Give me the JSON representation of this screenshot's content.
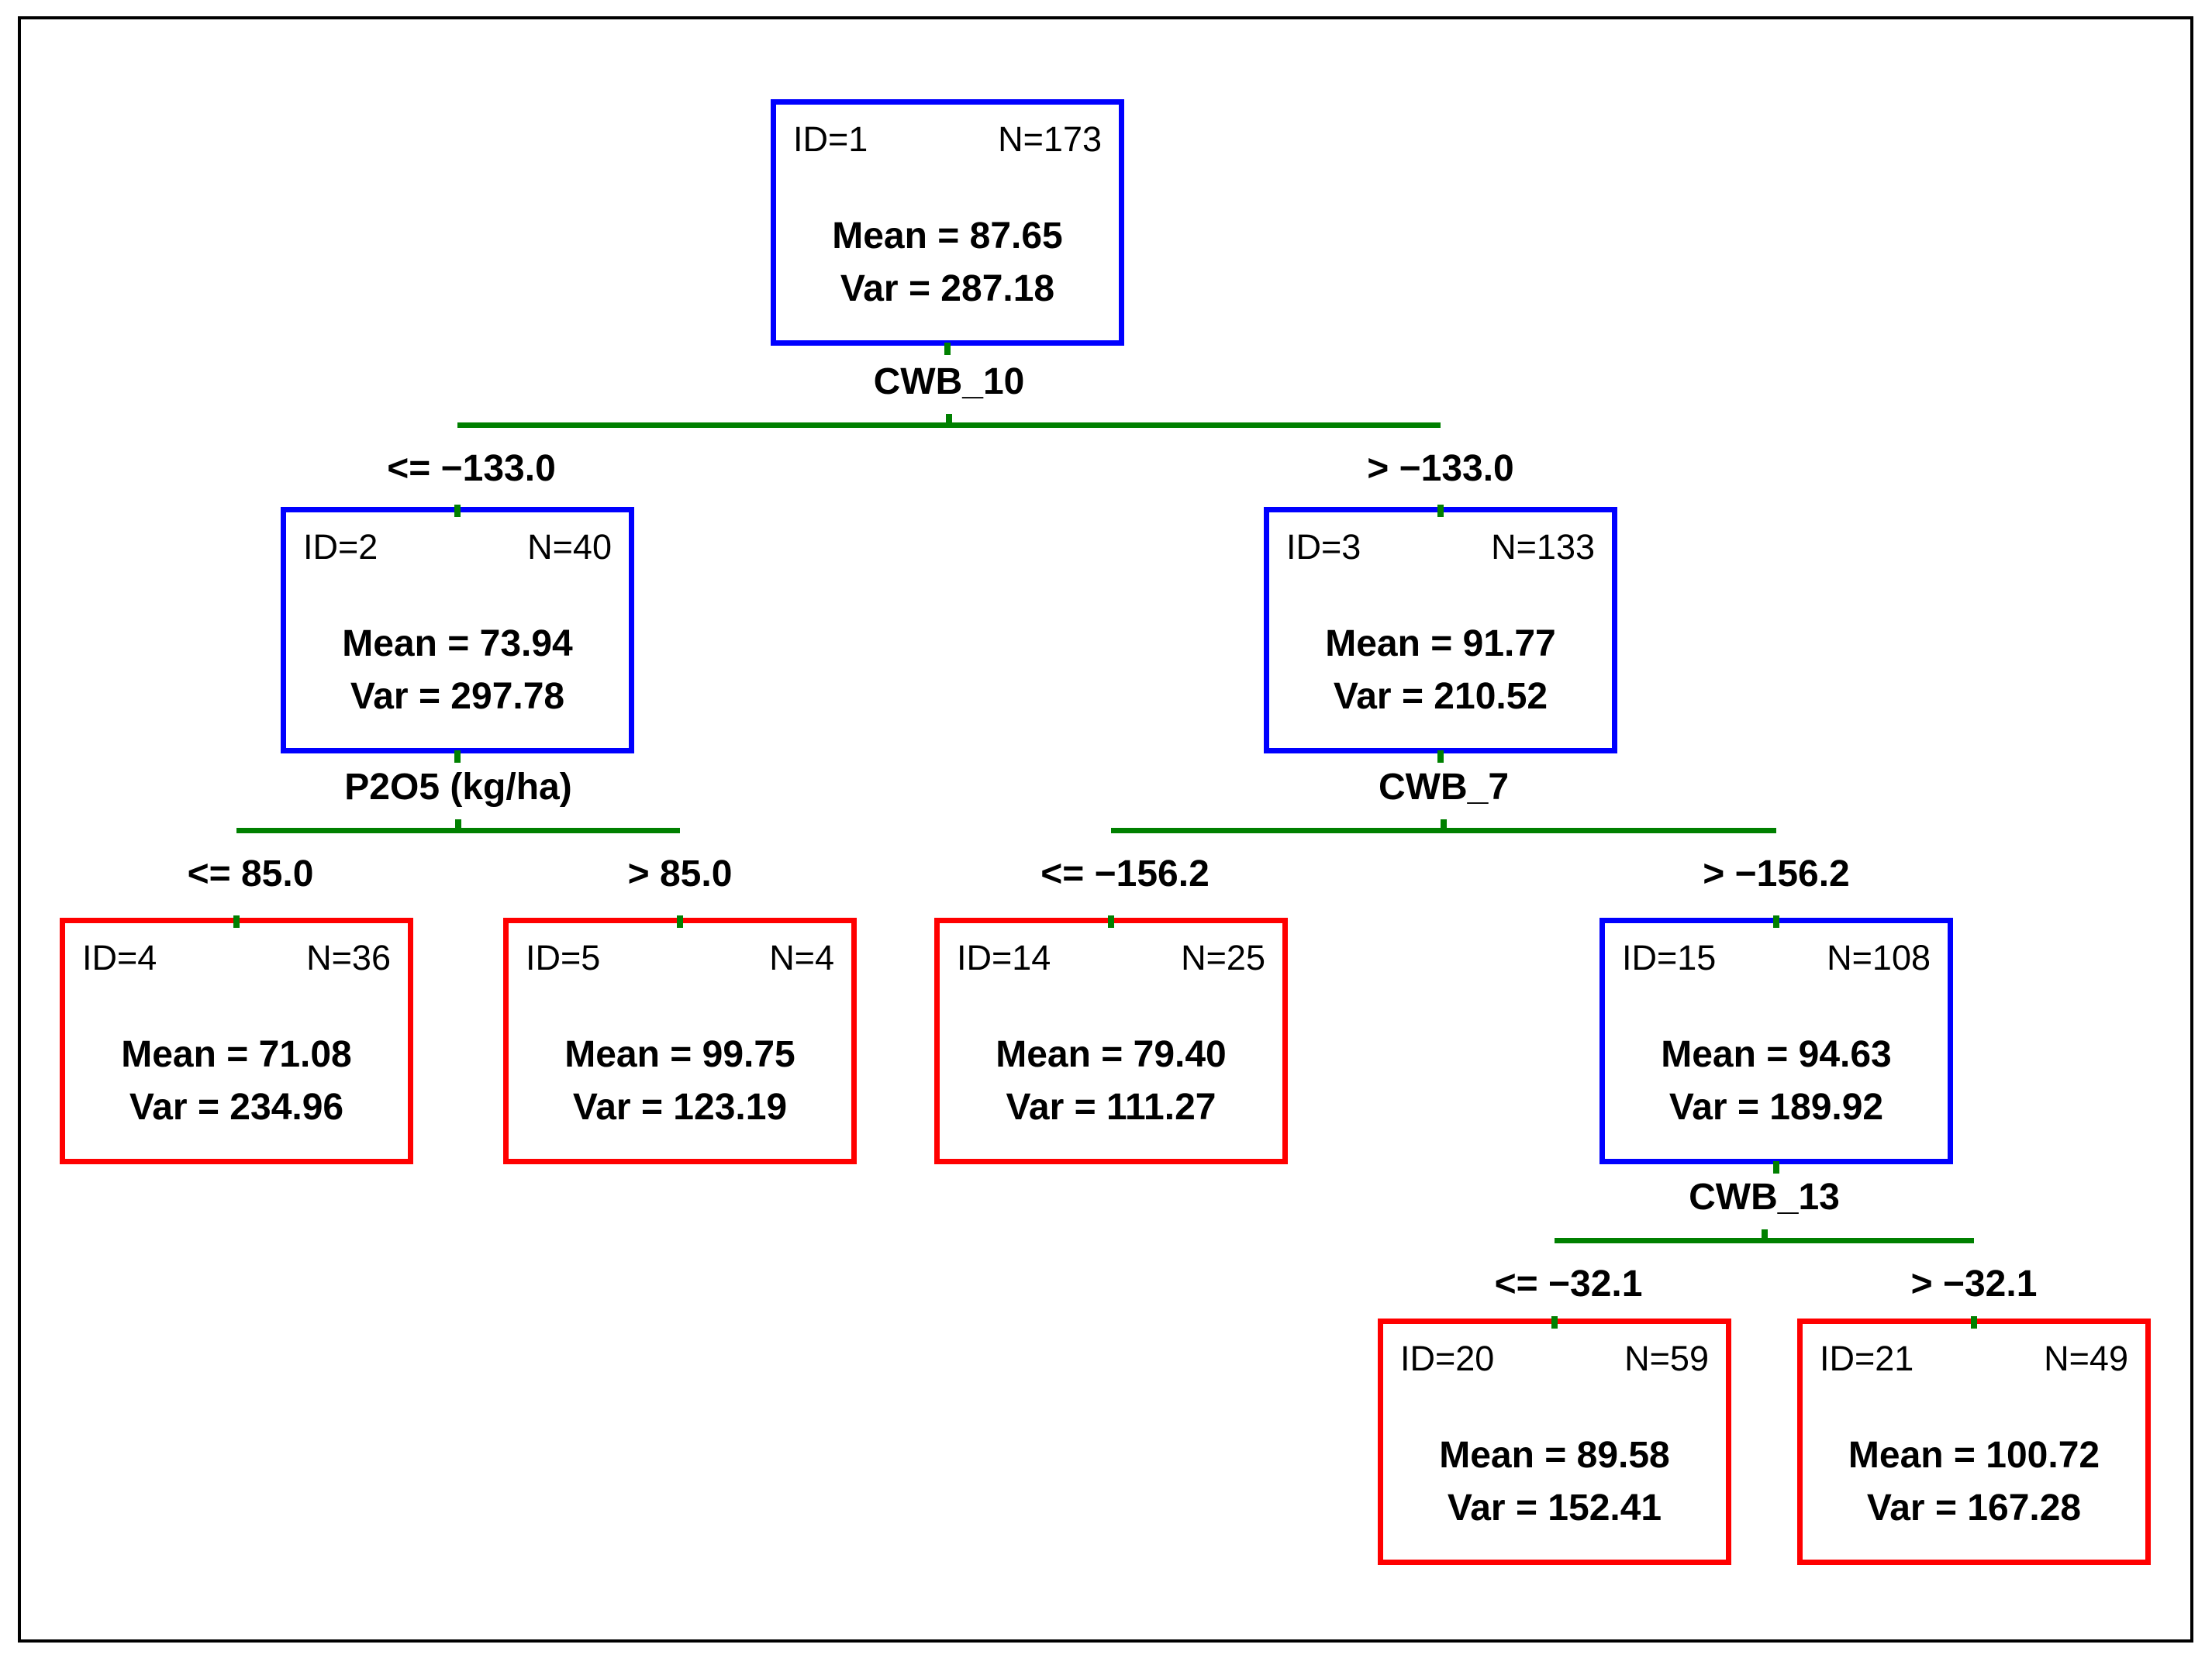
{
  "colors": {
    "internal_node_border": "#0000ff",
    "leaf_node_border": "#ff0000",
    "branch_line": "#008000",
    "text": "#000000",
    "outer_frame": "#000000",
    "background": "#ffffff"
  },
  "nodes": [
    {
      "key": "1",
      "id": "ID=1",
      "n": "N=173",
      "mean": "Mean = 87.65",
      "var": "Var = 287.18",
      "border": "blue"
    },
    {
      "key": "2",
      "id": "ID=2",
      "n": "N=40",
      "mean": "Mean = 73.94",
      "var": "Var = 297.78",
      "border": "blue"
    },
    {
      "key": "3",
      "id": "ID=3",
      "n": "N=133",
      "mean": "Mean = 91.77",
      "var": "Var = 210.52",
      "border": "blue"
    },
    {
      "key": "4",
      "id": "ID=4",
      "n": "N=36",
      "mean": "Mean = 71.08",
      "var": "Var = 234.96",
      "border": "red"
    },
    {
      "key": "5",
      "id": "ID=5",
      "n": "N=4",
      "mean": "Mean = 99.75",
      "var": "Var = 123.19",
      "border": "red"
    },
    {
      "key": "14",
      "id": "ID=14",
      "n": "N=25",
      "mean": "Mean = 79.40",
      "var": "Var = 111.27",
      "border": "red"
    },
    {
      "key": "15",
      "id": "ID=15",
      "n": "N=108",
      "mean": "Mean = 94.63",
      "var": "Var = 189.92",
      "border": "blue"
    },
    {
      "key": "20",
      "id": "ID=20",
      "n": "N=59",
      "mean": "Mean = 89.58",
      "var": "Var = 152.41",
      "border": "red"
    },
    {
      "key": "21",
      "id": "ID=21",
      "n": "N=49",
      "mean": "Mean = 100.72",
      "var": "Var = 167.28",
      "border": "red"
    }
  ],
  "splits": [
    {
      "variable": "CWB_10",
      "left": "<= −133.0",
      "right": "> −133.0",
      "parent": "1",
      "left_child": "2",
      "right_child": "3"
    },
    {
      "variable": "P2O5 (kg/ha)",
      "left": "<= 85.0",
      "right": "> 85.0",
      "parent": "2",
      "left_child": "4",
      "right_child": "5"
    },
    {
      "variable": "CWB_7",
      "left": "<= −156.2",
      "right": "> −156.2",
      "parent": "3",
      "left_child": "14",
      "right_child": "15"
    },
    {
      "variable": "CWB_13",
      "left": "<= −32.1",
      "right": "> −32.1",
      "parent": "15",
      "left_child": "20",
      "right_child": "21"
    }
  ]
}
